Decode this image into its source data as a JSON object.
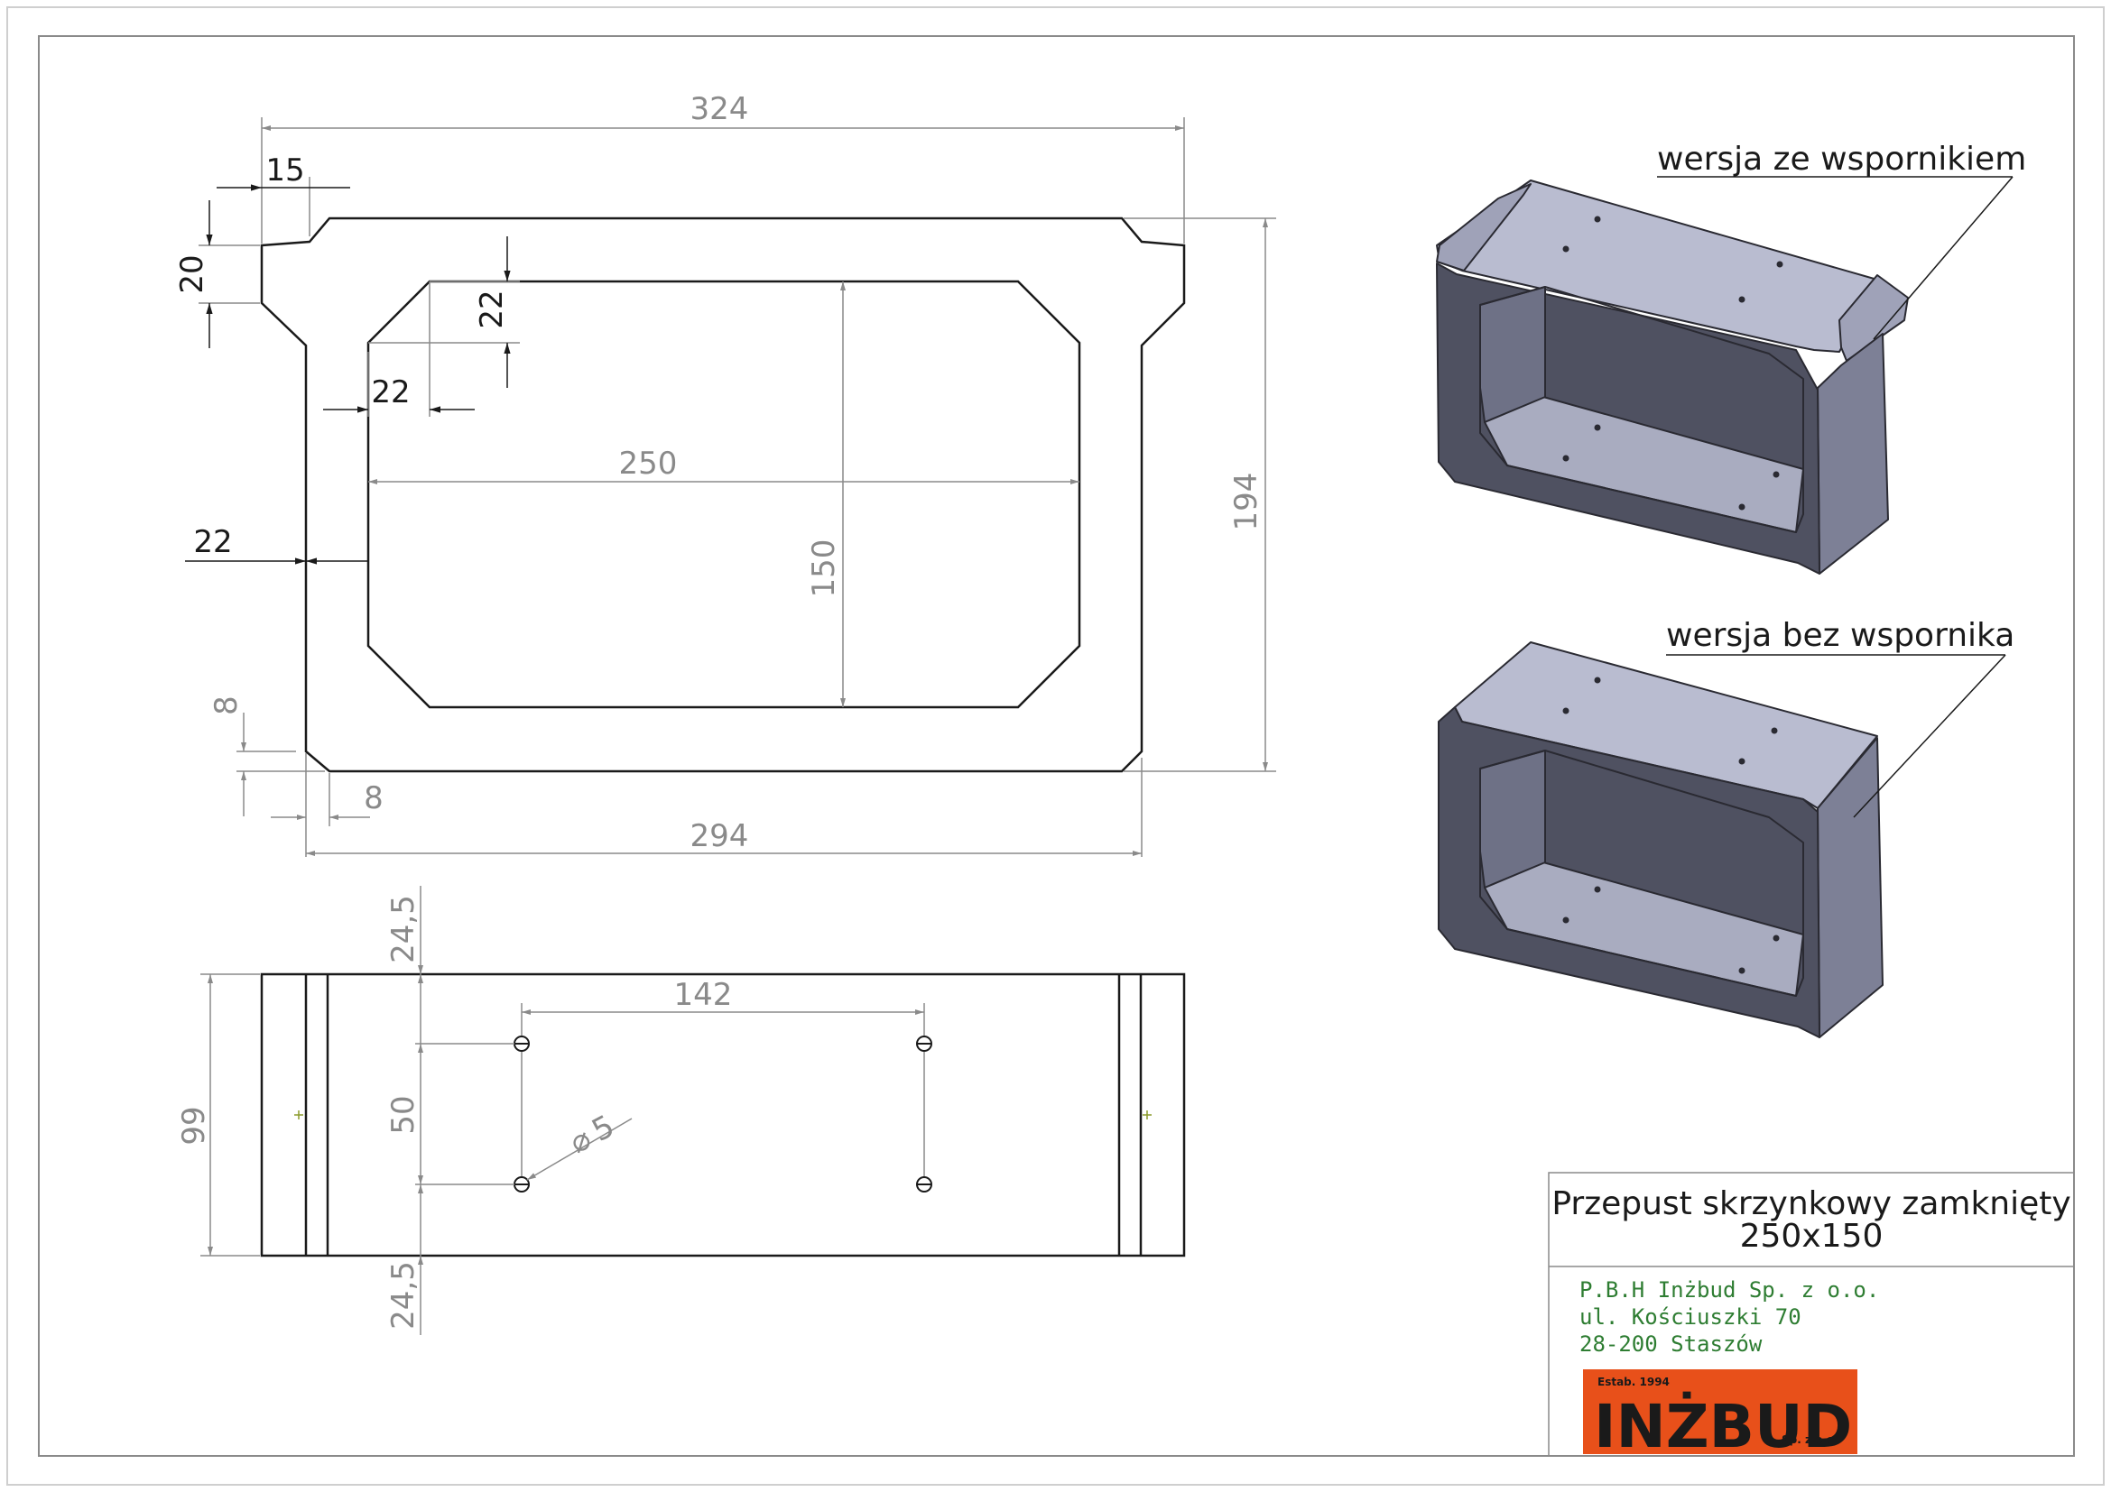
{
  "dimensions": {
    "overall_width": "324",
    "lip_width": "15",
    "lip_height": "20",
    "chamfer_v": "22",
    "chamfer_h": "22",
    "inner_width": "250",
    "inner_height": "150",
    "wall": "22",
    "outer_height": "194",
    "bottom_chamfer_v": "8",
    "bottom_chamfer_h": "8",
    "body_width": "294",
    "top_offset": "24,5",
    "hole_spacing": "142",
    "hole_pitch": "50",
    "hole_diameter": "5",
    "diameter_symbol": "⌀",
    "bottom_offset": "24,5",
    "length": "99"
  },
  "views": {
    "with_bracket_label": "wersja ze wspornikiem",
    "without_bracket_label": "wersja bez wspornika"
  },
  "title_block": {
    "title_line1": "Przepust skrzynkowy zamknięty",
    "title_line2": "250x150",
    "address": [
      "P.B.H Inżbud Sp. z o.o.",
      "ul. Kościuszki 70",
      "28-200 Staszów"
    ]
  },
  "logo": {
    "estab": "Estab. 1994",
    "name": "INŻBUD",
    "suffix": "Sp. z o.o.",
    "color": "#e8501a"
  },
  "colors": {
    "outline": "#1a1a1a",
    "dim_line": "#8a8a8a",
    "box_top": "#b9bcd0",
    "box_side": "#7d8096",
    "box_front": "#4f5161",
    "box_inner_floor": "#a9acc0",
    "box_inner_wall": "#6e7186"
  }
}
